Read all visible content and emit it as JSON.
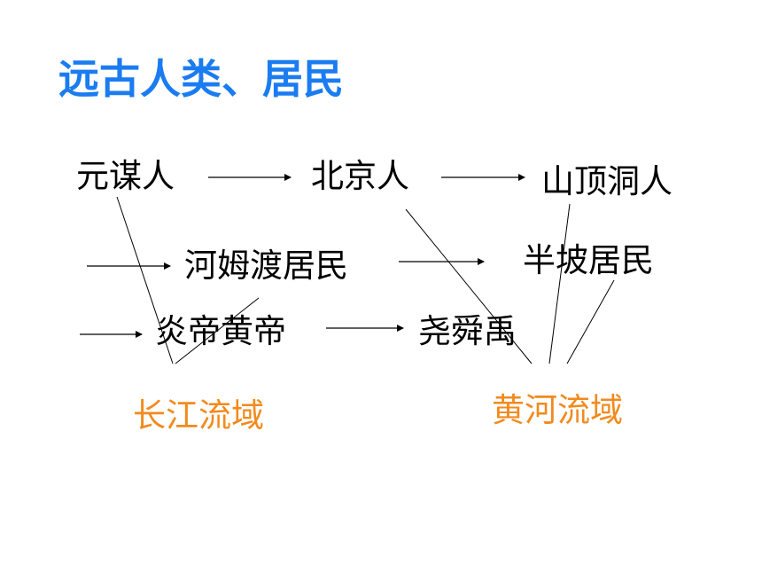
{
  "title": "远古人类、居民",
  "nodes": {
    "yuanmou": "元谋人",
    "beijing": "北京人",
    "shanding": "山顶洞人",
    "hemudu": "河姆渡居民",
    "banpo": "半坡居民",
    "yandi_huangdi": "炎帝黄帝",
    "yao_shun_yu": "尧舜禹"
  },
  "regions": {
    "yangtze": "长江流域",
    "yellow_river": "黄河流域"
  },
  "colors": {
    "title": "#1a7cf0",
    "region": "#f28a1c",
    "text": "#000000",
    "line": "#000000"
  }
}
